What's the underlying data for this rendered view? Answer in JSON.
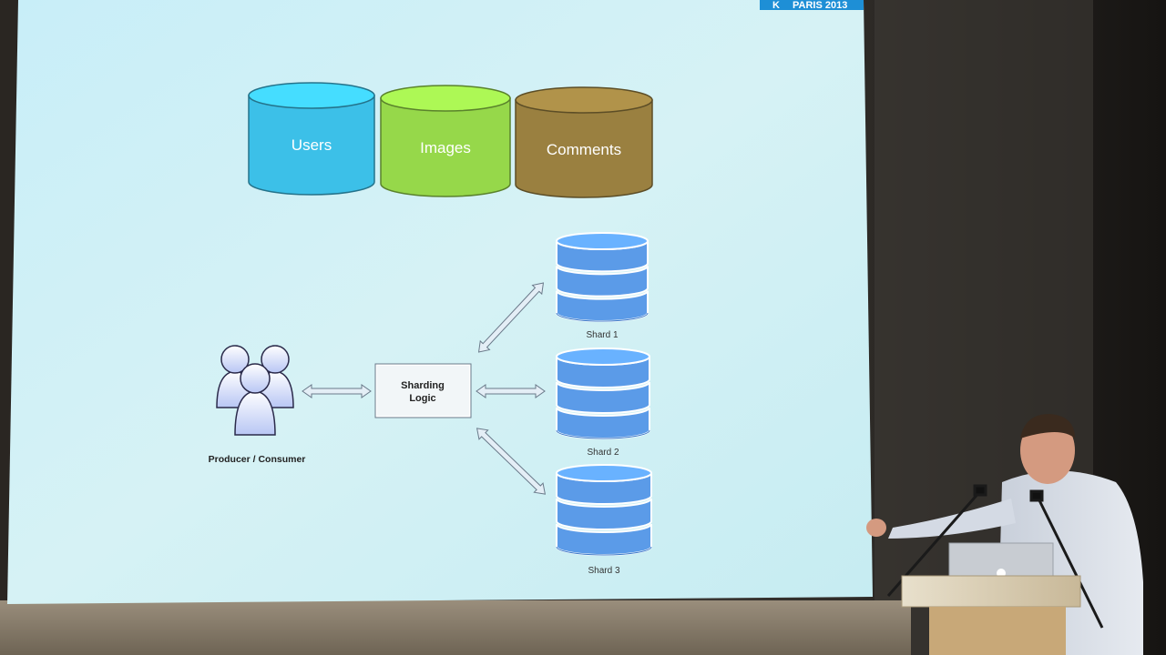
{
  "slide": {
    "logo": {
      "letter": "K",
      "text": "PARIS 2013"
    },
    "top_databases": [
      {
        "label": "Users",
        "color": "#3cc0e8"
      },
      {
        "label": "Images",
        "color": "#96d84a"
      },
      {
        "label": "Comments",
        "color": "#9a8040"
      }
    ],
    "producer_label": "Producer / Consumer",
    "sharding_box": {
      "line1": "Sharding",
      "line2": "Logic"
    },
    "shards": [
      {
        "label": "Shard 1"
      },
      {
        "label": "Shard 2"
      },
      {
        "label": "Shard 3"
      }
    ],
    "colors": {
      "slide_bg": "#cfeff6",
      "shard_blue": "#5b9be8",
      "shard_dark": "#3e79c8"
    }
  }
}
